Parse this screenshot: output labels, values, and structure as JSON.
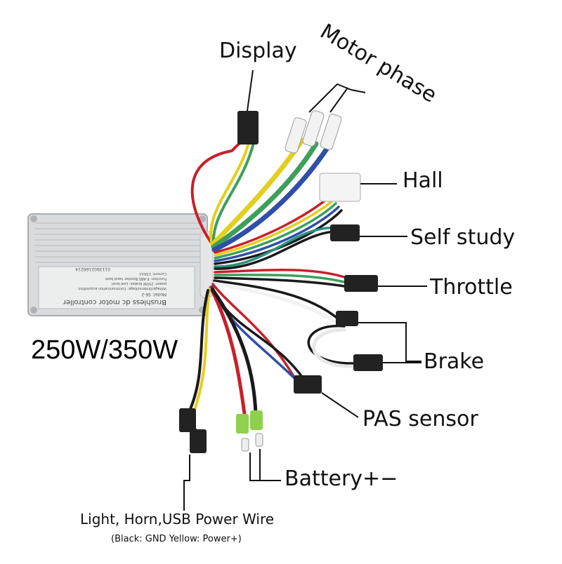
{
  "labels": {
    "display": "Display",
    "motor_phase": "Motor phase",
    "hall": "Hall",
    "self_study": "Self study",
    "throttle": "Throttle",
    "brake": "Brake",
    "pas_sensor": "PAS sensor",
    "battery": "Battery+−"
  },
  "power_rating": "250W/350W",
  "footnote": {
    "title": "Light, Horn,USB Power Wire",
    "detail": "(Black: GND Yellow: Power+)"
  },
  "controller": {
    "name": "Brushless dc motor controller",
    "model": "Model: S6-2",
    "spec_lines": [
      "Voltage/Undervoltage: Communication acquisition",
      "power: 250W   brakes: Low level",
      "Function: E-ABS  Booster  hand boot",
      "Current: 13A±1"
    ],
    "serial": "0113902166214"
  },
  "colors": {
    "housing": "#d9dbdd",
    "wire_red": "#c8202a",
    "wire_yellow": "#e3cf1e",
    "wire_green": "#3d9f5a",
    "wire_blue": "#2f4fa8",
    "wire_black": "#1a1a1a",
    "wire_white": "#f2f2f2",
    "wire_teal": "#2d8f7f",
    "connector": "#222222",
    "leader": "#111111"
  }
}
